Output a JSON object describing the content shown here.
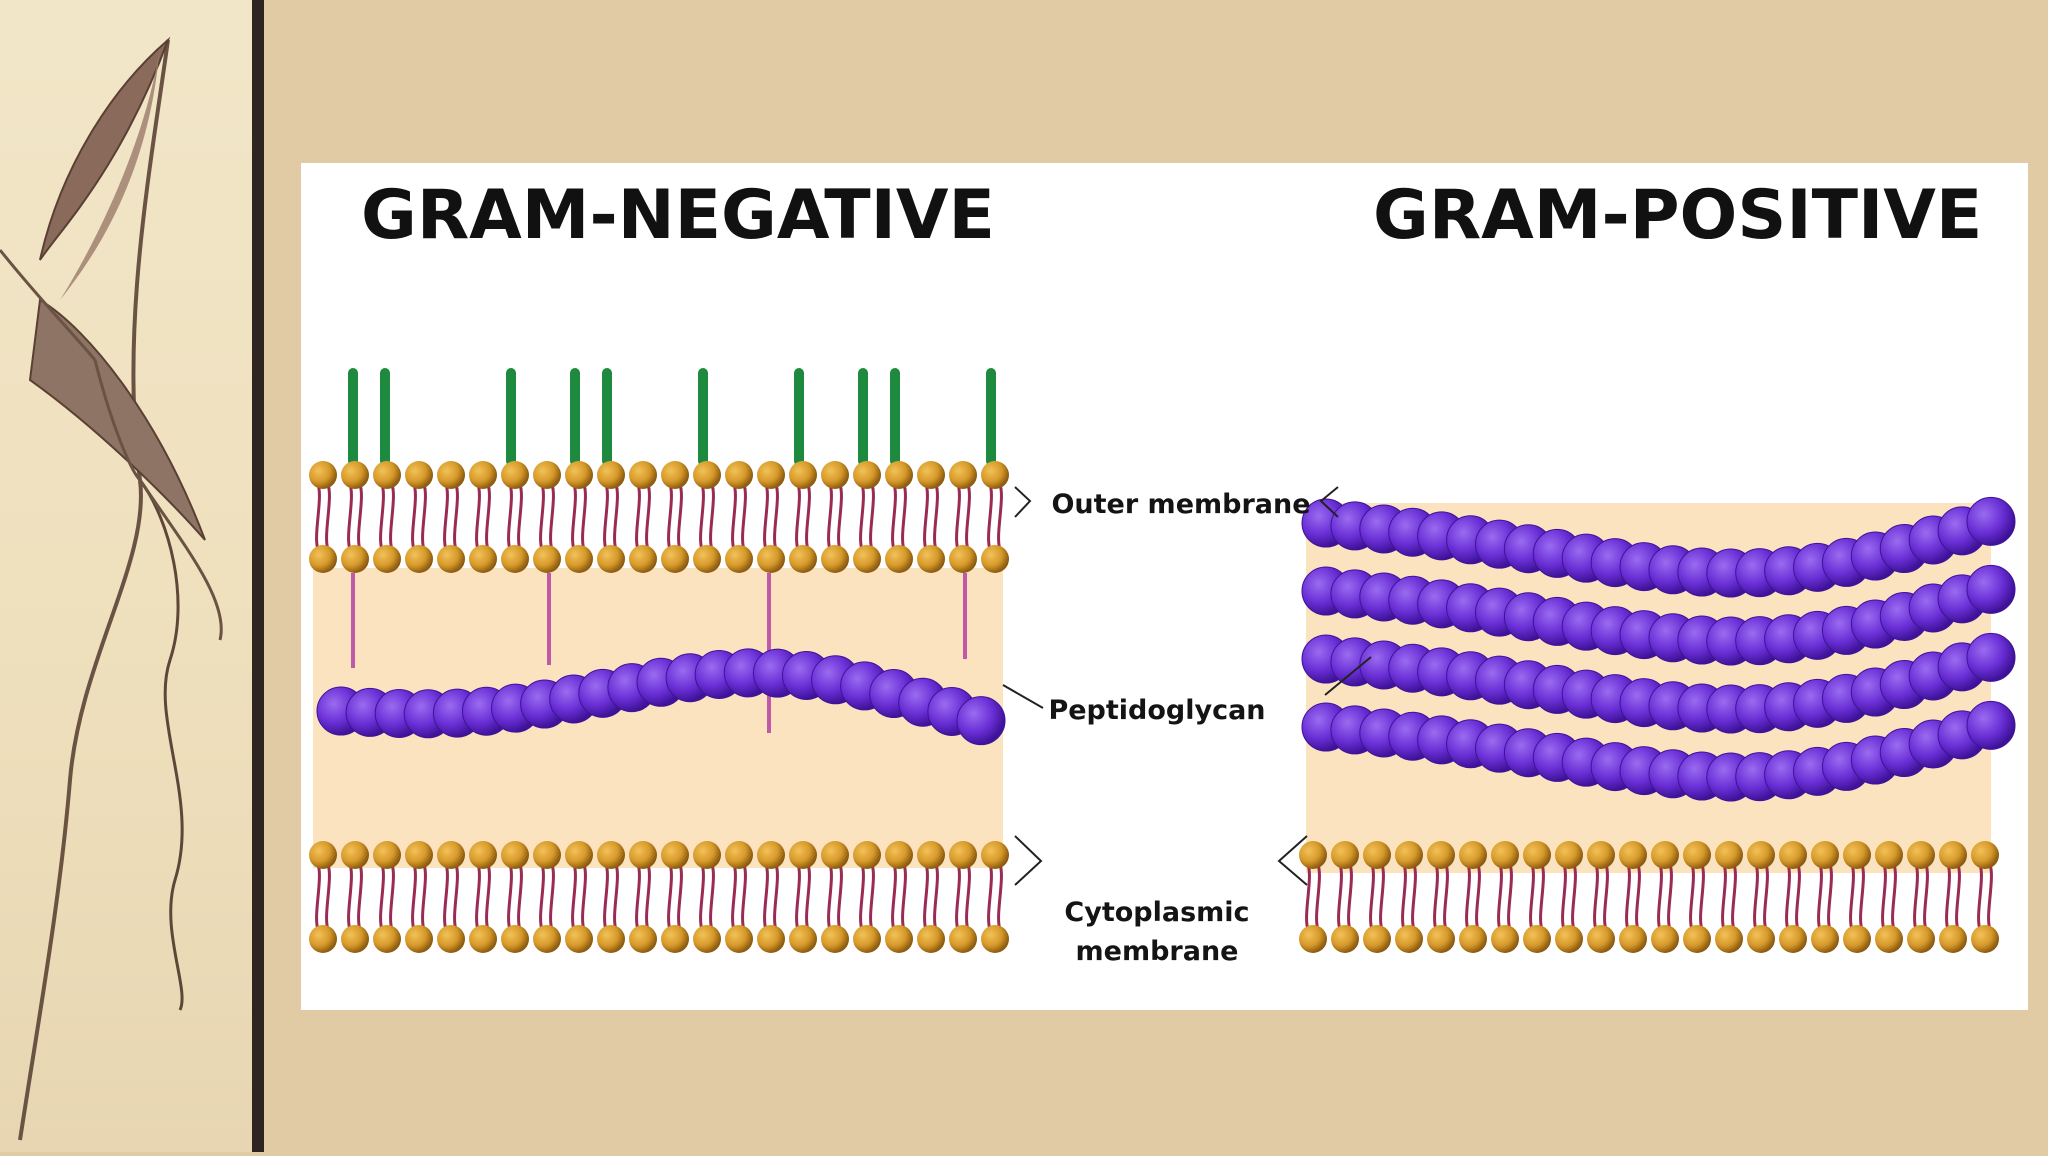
{
  "slide": {
    "colors": {
      "background": "#e0cba5",
      "side_panel": "#efe2c2",
      "divider": "#2e2520",
      "figure_background": "#ffffff",
      "periplasm": "#fbe3bf",
      "lipid_head": "#d69a2a",
      "lipid_tail": "#9a2b55",
      "peptidoglycan": "#6a2fd6",
      "lipopolysaccharide": "#1d8a3f",
      "lipoprotein_link": "#c05aa8"
    },
    "icons": {
      "decoration": "dried-leaf-branch-icon"
    }
  },
  "diagram": {
    "left_title": "GRAM-NEGATIVE",
    "right_title": "GRAM-POSITIVE",
    "labels": {
      "outer_membrane": "Outer membrane",
      "peptidoglycan": "Peptidoglycan",
      "cytoplasmic_line1": "Cytoplasmic",
      "cytoplasmic_line2": "membrane"
    }
  }
}
